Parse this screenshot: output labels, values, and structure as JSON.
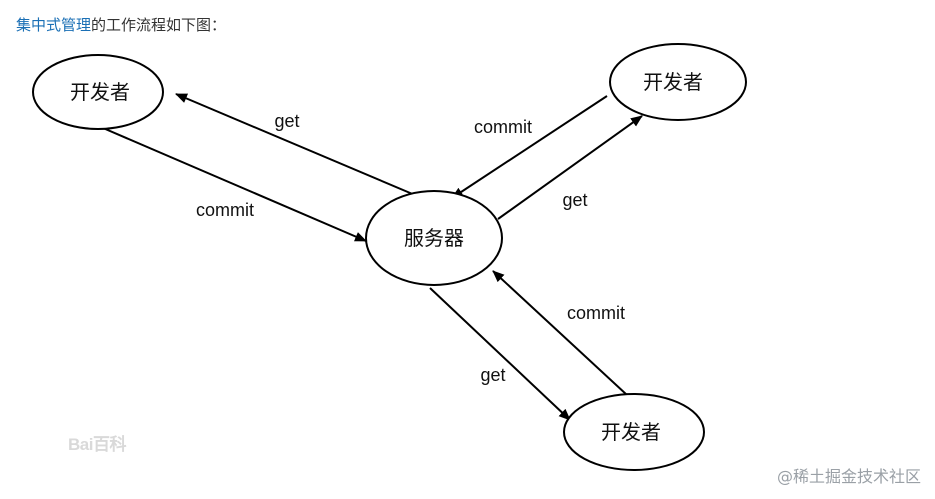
{
  "caption": {
    "link_text": "集中式管理",
    "rest_text": "的工作流程如下图："
  },
  "diagram": {
    "nodes": {
      "server": "服务器",
      "dev_top_left": "开发者",
      "dev_top_right": "开发者",
      "dev_bottom_right": "开发者"
    },
    "edges": {
      "server_to_top_left": "get",
      "top_left_to_server": "commit",
      "top_right_to_server": "commit",
      "server_to_top_right": "get",
      "bottom_right_to_server": "commit",
      "server_to_bottom_right": "get"
    }
  },
  "watermarks": {
    "baidu": "Bai百科",
    "juejin": "@稀土掘金技术社区"
  }
}
